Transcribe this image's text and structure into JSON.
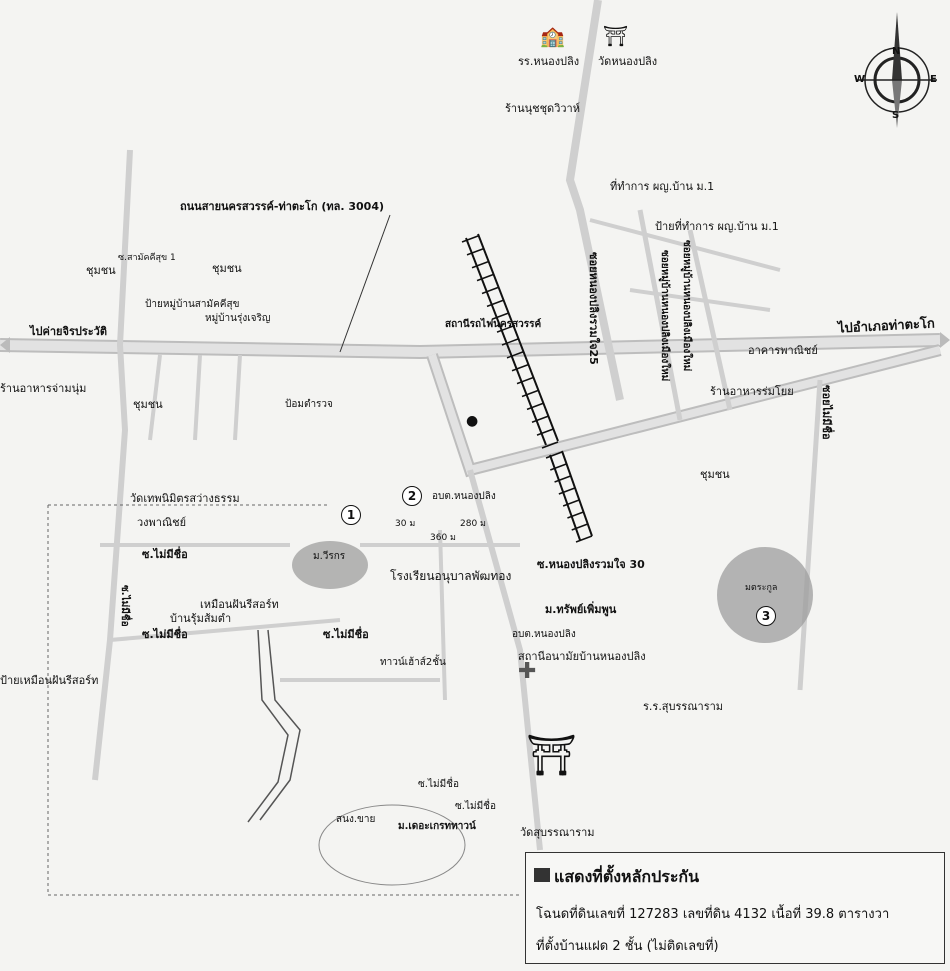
{
  "labels": {
    "school_north": "รร.หนองปลิง",
    "temple_north": "วัดหนองปลิง",
    "shop_wedding": "ร้านนุชชุดวิวาห์",
    "headman_office": "ที่ทำการ ผญ.บ้าน ม.1",
    "headman_sign": "ป้ายที่ทำการ ผญ.บ้าน ม.1",
    "highway_name": "ถนนสายนครสวรรค์-ท่าตะโก (ทล. 3004)",
    "soi_samakkhi": "ซ.สามัคคีสุข 1",
    "community_nw": "ชุมชน",
    "community_nw2": "ชุมชน",
    "to_camp": "ไปค่ายจิรประวัติ",
    "village_sign": "ป้ายหมู่บ้านสามัคคีสุข",
    "village_rueang": "หมู่บ้านรุ่งเจริญ",
    "restaurant_jamjum": "ร้านอาหารจ่ามนุ่ม",
    "community_w": "ชุมชน",
    "police_box": "ป้อมตำรวจ",
    "train_station": "สถานีรถไฟนครสวรรค์",
    "to_takhli": "ไปอำเภอท่าตะโก",
    "commercial_bldg": "อาคารพาณิชย์",
    "restaurant_rommoi": "ร้านอาหารร่มโยย",
    "soi_nameless_e": "ซอยไม่มีชื่อ",
    "community_e": "ชุมชน",
    "soi_nongpling25": "ซอยหนองปลิงรวมใจ25",
    "soi_village_new": "ซอยหมู่บ้านหนองปลิงเมืองใหม่",
    "soi_village_new2": "ซอยหมู่บ้านหนองปลิงเมืองใหม่",
    "temple_tep": "วัดเทพนิมิตรสว่างธรรม",
    "wong_panich": "วงพาณิชย์",
    "soi_nameless1": "ซ.ไม่มีชื่อ",
    "soi_nameless2": "ซ.ไม่มีชื่อ",
    "soi_nameless3": "ซ.ไม่มีชื่อ",
    "soi_nameless4": "ซ.ไม่มีชื่อ",
    "soi_nameless5": "ซ.ไม่มีชื่อ",
    "soi_nameless6": "ซ.ไม่มีชื่อ",
    "moo_wiracha": "ม.วีรกร",
    "resort": "เหมือนฝันรีสอร์ท",
    "ban_suksomtam": "บ้านรุ้มส้มตำ",
    "resort_sign": "ป้ายเหมือนฝันรีสอร์ท",
    "obt": "อบต.หนองปลิง",
    "obt2": "อบต.หนองปลิง",
    "kindergarten": "โรงเรียนอนุบาลพัฒทอง",
    "soi_ruamjai30": "ซ.หนองปลิงรวมใจ 30",
    "moo_subpermpoon": "ม.ทรัพย์เพิ่มพูน",
    "health_station": "สถานีอนามัยบ้านหนองปลิง",
    "school_suban": "ร.ร.สุบรรณาราม",
    "townhouse": "ทาวน์เฮ้าส์2ชั้น",
    "temple_suban": "วัดสุบรรณาราม",
    "snong_chai": "สนง.ขาย",
    "moo_great_town": "ม.เดอะเกรททาวน์",
    "moo_trakun": "มตระกูล",
    "dist_30": "30 ม",
    "dist_280": "280 ม",
    "dist_360": "360 ม"
  },
  "markers": [
    "1",
    "2",
    "3"
  ],
  "legend": {
    "title": "แสดงที่ตั้งหลักประกัน",
    "line1": "โฉนดที่ดินเลขที่ 127283 เลขที่ดิน 4132 เนื้อที่ 39.8  ตารางวา",
    "line2": "ที่ตั้งบ้านแฝด 2 ชั้น  (ไม่ติดเลขที่)"
  },
  "compass": {
    "n": "N",
    "s": "S",
    "e": "E",
    "w": "W"
  },
  "colors": {
    "road": "#d9d9d9",
    "road_edge": "#bdbdbd",
    "rail": "#111111",
    "bg": "#f4f4f2"
  }
}
